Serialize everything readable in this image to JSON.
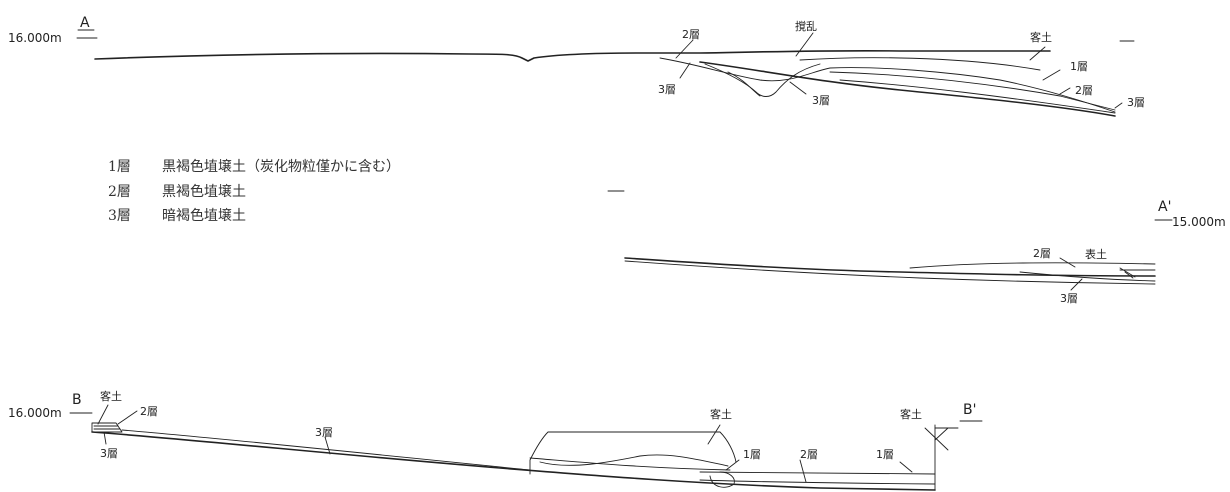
{
  "section_a": {
    "start_label": "A",
    "end_label": "A'",
    "start_elevation": "16.000m",
    "end_elevation": "15.000m",
    "labels": {
      "layer2_top": "2層",
      "disturbed": "撹乱",
      "fill_soil": "客土",
      "layer1": "1層",
      "layer2": "2層",
      "layer3_left": "3層",
      "layer3_mid": "3層",
      "layer3_right": "3層",
      "layer2_lower": "2層",
      "topsoil": "表土",
      "layer3_lower": "3層"
    }
  },
  "section_b": {
    "start_label": "B",
    "end_label": "B'",
    "start_elevation": "16.000m",
    "labels": {
      "fill_soil_left": "客土",
      "layer2_left": "2層",
      "layer3_left": "3層",
      "layer3_mid": "3層",
      "fill_soil_mid": "客土",
      "layer1_mid": "1層",
      "layer2_right": "2層",
      "layer1_right": "1層",
      "fill_soil_right": "客土"
    }
  },
  "legend": [
    {
      "layer": "1層",
      "description": "黒褐色埴壌土（炭化物粒僅かに含む）"
    },
    {
      "layer": "2層",
      "description": "黒褐色埴壌土"
    },
    {
      "layer": "3層",
      "description": "暗褐色埴壌土"
    }
  ]
}
